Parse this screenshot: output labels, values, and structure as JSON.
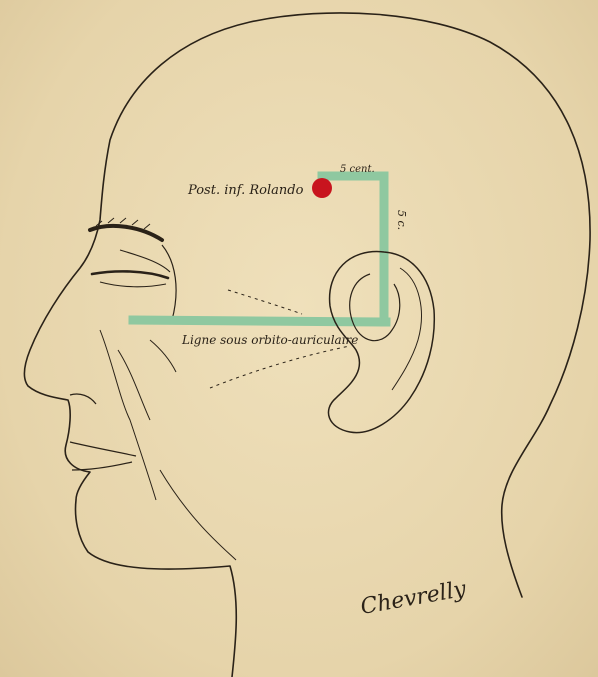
{
  "labels": {
    "point": "Post. inf. Rolando",
    "distance": "5 cent.",
    "vertical_scale": "5 c.",
    "line": "Ligne sous orbito-auriculaire",
    "signature": "Chevrelly"
  },
  "colors": {
    "paper": "#e8d8b0",
    "ink": "#2a2218",
    "guide": "#8fc8a0",
    "point": "#c8141e"
  }
}
